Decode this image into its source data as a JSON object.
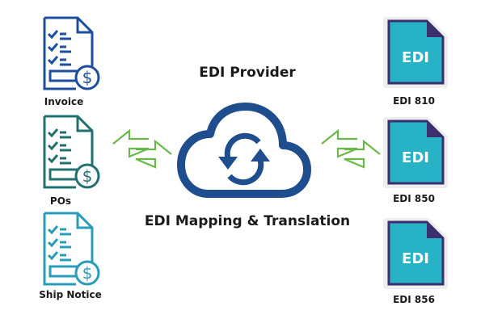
{
  "diagram": {
    "title_top": "EDI Provider",
    "title_bottom": "EDI Mapping & Translation",
    "left_documents": [
      {
        "label": "Invoice",
        "color": "#1f4e9c",
        "icon": "invoice-document-dollar-icon"
      },
      {
        "label": "POs",
        "color": "#22706f",
        "icon": "purchase-order-document-dollar-icon"
      },
      {
        "label": "Ship Notice",
        "color": "#2a9bb8",
        "icon": "ship-notice-document-dollar-icon"
      }
    ],
    "right_documents": [
      {
        "label": "EDI 810",
        "badge": "EDI",
        "icon": "edi-file-icon"
      },
      {
        "label": "EDI 850",
        "badge": "EDI",
        "icon": "edi-file-icon"
      },
      {
        "label": "EDI 856",
        "badge": "EDI",
        "icon": "edi-file-icon"
      }
    ],
    "center_icon": "cloud-sync-icon",
    "connector_icon": "bidirectional-arrows-icon",
    "colors": {
      "cloud": "#1f4e8e",
      "arrows": "#6bb84a",
      "edi_fill": "#27b2c6",
      "edi_border": "#3b2f6e",
      "edi_sticker": "#eeeeee",
      "text": "#1a1a1a"
    }
  }
}
